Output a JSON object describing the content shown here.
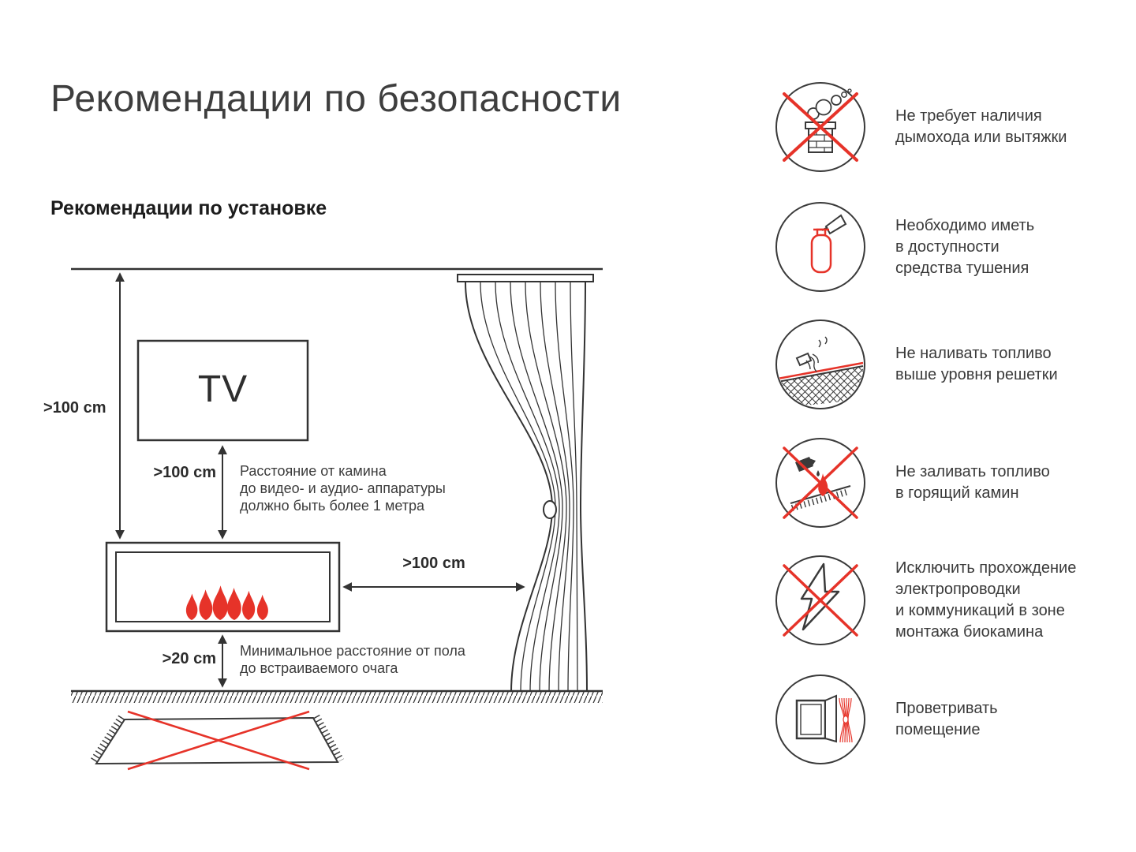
{
  "page": {
    "title": "Рекомендации по безопасности",
    "subtitle": "Рекомендации по установке"
  },
  "diagram": {
    "tv_label": "TV",
    "dims": {
      "wall_to_fireplace": ">100 cm",
      "tv_to_fireplace": ">100 cm",
      "fireplace_to_curtain": ">100 cm",
      "fireplace_to_floor": ">20 cm"
    },
    "notes": {
      "tv_distance": "Расстояние от камина\nдо видео- и аудио- аппаратуры\nдолжно быть более 1 метра",
      "floor_distance": "Минимальное расстояние от пола\nдо встраиваемого очага"
    }
  },
  "safety_items": [
    {
      "icon": "no-chimney-icon",
      "text": "Не требует наличия\nдымохода или вытяжки"
    },
    {
      "icon": "fire-extinguisher-icon",
      "text": "Необходимо иметь\nв доступности\nсредства тушения"
    },
    {
      "icon": "fuel-level-icon",
      "text": "Не наливать топливо\nвыше уровня решетки"
    },
    {
      "icon": "no-refill-burning-icon",
      "text": "Не заливать топливо\nв горящий камин"
    },
    {
      "icon": "no-electric-wiring-icon",
      "text": "Исключить прохождение\nэлектропроводки\nи коммуникаций в зоне\nмонтажа биокамина"
    },
    {
      "icon": "ventilate-window-icon",
      "text": "Проветривать\nпомещение"
    }
  ],
  "colors": {
    "accent_red": "#e63329",
    "line_dark": "#3a3a3a"
  }
}
